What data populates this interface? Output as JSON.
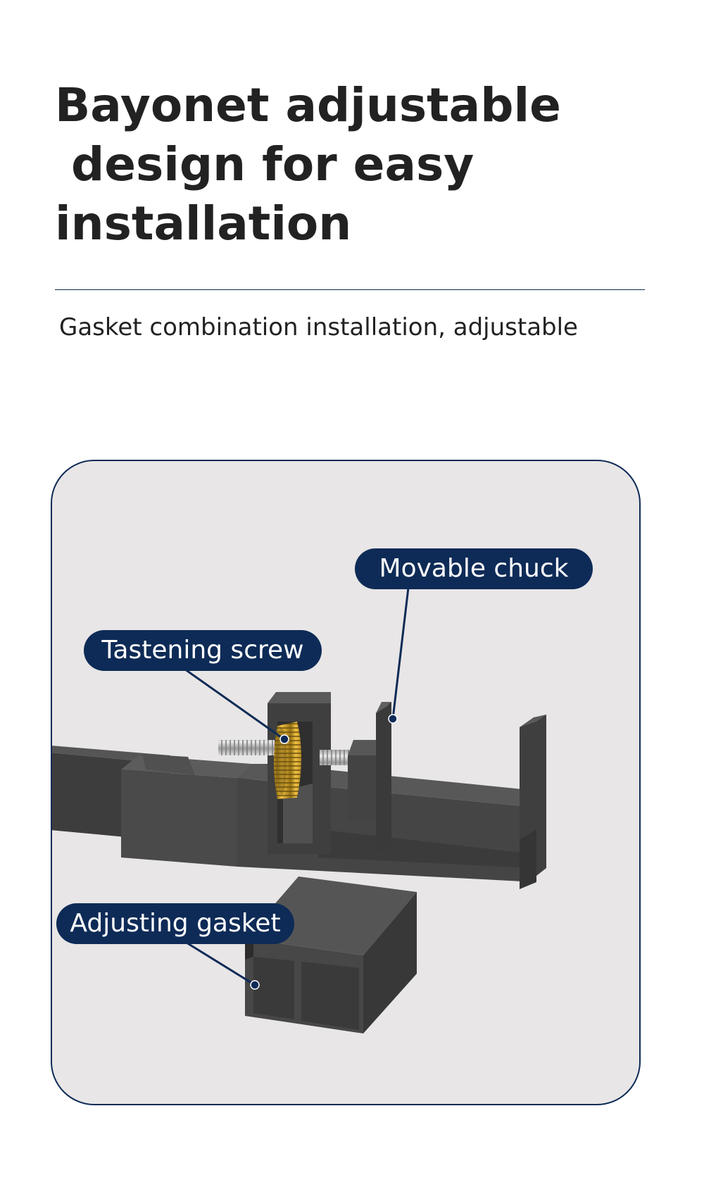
{
  "heading": {
    "line1": "Bayonet adjustable",
    "line2": " design for easy",
    "line3": "installation"
  },
  "subtitle": "Gasket combination installation, adjustable",
  "diagram": {
    "labels": {
      "movable_chuck": "Movable chuck",
      "fastening_screw": "Tastening screw",
      "adjusting_gasket": "Adjusting gasket"
    }
  },
  "colors": {
    "accent_navy": "#0e2b57",
    "panel_background": "#e8e6e6",
    "part_dark_gray": "#4a4a4a",
    "knob_gold": "#d9a520",
    "screw_silver": "#c8c8c8"
  }
}
